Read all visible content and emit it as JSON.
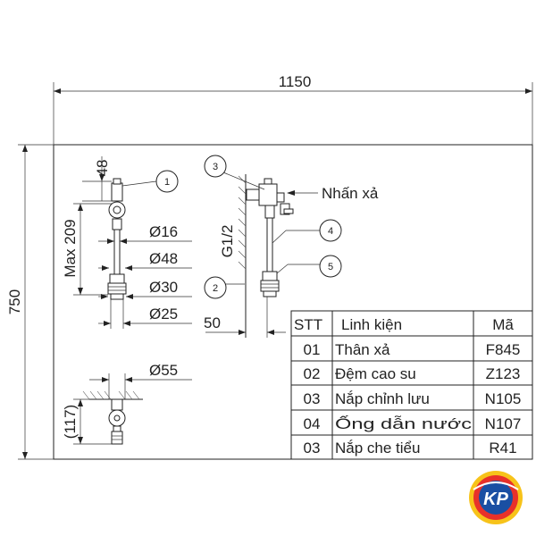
{
  "dimensions": {
    "overall_width": "1150",
    "overall_height": "750",
    "top_offset": "48",
    "max_height": "Max 209",
    "d16": "Ø16",
    "d48": "Ø48",
    "d30": "Ø30",
    "d25": "Ø25",
    "d55": "Ø55",
    "h117": "(117)",
    "thread": "G1/2",
    "wall_offset": "50"
  },
  "callouts": {
    "press_label": "Nhấn xả",
    "balloons": [
      "1",
      "2",
      "3",
      "4",
      "5"
    ]
  },
  "parts_table": {
    "headers": [
      "STT",
      "Linh kiện",
      "Mã"
    ],
    "rows": [
      [
        "01",
        "Thân xả",
        "F845"
      ],
      [
        "02",
        "Đệm cao su",
        "Z123"
      ],
      [
        "03",
        "Nắp chỉnh lưu",
        "N105"
      ],
      [
        "04",
        "Ống dẫn nước",
        "N107"
      ],
      [
        "03",
        "Nắp che tiểu",
        "R41"
      ]
    ]
  },
  "logo": {
    "text": "KP",
    "colors": [
      "#1a4fa3",
      "#e8312a",
      "#f7c31a"
    ]
  }
}
